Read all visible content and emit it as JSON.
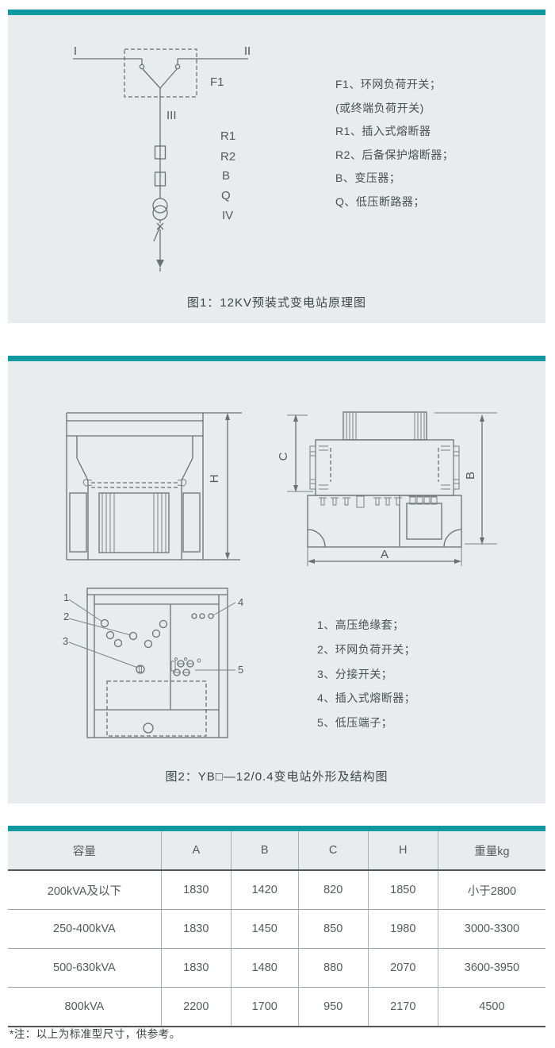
{
  "page": {
    "accent_color": "#0e98a0",
    "panel_bg": "#e9eced"
  },
  "figure1": {
    "caption": "图1：12KV预装式变电站原理图",
    "labels": {
      "busI": "I",
      "busII": "II",
      "busIII": "III",
      "f1": "F1",
      "r1": "R1",
      "r2": "R2",
      "b": "B",
      "q": "Q",
      "iv": "IV"
    },
    "legend": [
      "F1、环网负荷开关；",
      "(或终端负荷开关)",
      "R1、插入式熔断器",
      "R2、后备保护熔断器；",
      "B、变压器；",
      "Q、低压断路器；"
    ]
  },
  "figure2": {
    "caption": "图2：YB□—12/0.4变电站外形及结构图",
    "dims": {
      "h": "H",
      "c": "C",
      "b": "B",
      "a": "A"
    },
    "callouts": [
      "1",
      "2",
      "3",
      "4",
      "5"
    ],
    "legend": [
      "1、高压绝缘套；",
      "2、环网负荷开关；",
      "3、分接开关；",
      "4、插入式熔断器；",
      "5、低压端子；"
    ]
  },
  "table": {
    "headers": [
      "容量",
      "A",
      "B",
      "C",
      "H",
      "重量kg"
    ],
    "rows": [
      [
        "200kVA及以下",
        "1830",
        "1420",
        "820",
        "1850",
        "小于2800"
      ],
      [
        "250-400kVA",
        "1830",
        "1450",
        "850",
        "1980",
        "3000-3300"
      ],
      [
        "500-630kVA",
        "1830",
        "1480",
        "880",
        "2070",
        "3600-3950"
      ],
      [
        "800kVA",
        "2200",
        "1700",
        "950",
        "2170",
        "4500"
      ]
    ]
  },
  "footnote": "*注：以上为标准型尺寸，供参考。"
}
